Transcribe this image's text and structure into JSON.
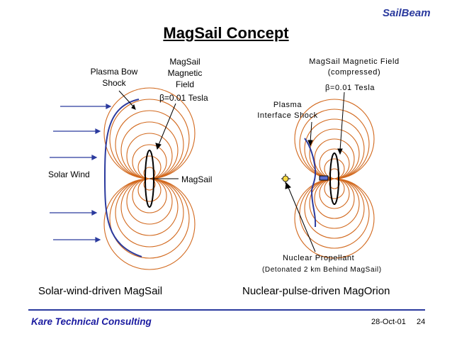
{
  "header": {
    "brand": "SailBeam",
    "title": "MagSail Concept"
  },
  "left_panel": {
    "plasma_bow_shock": [
      "Plasma Bow",
      "Shock"
    ],
    "magsail_field": [
      "MagSail",
      "Magnetic",
      "Field"
    ],
    "beta": "β=0.01 Tesla",
    "solar_wind": "Solar Wind",
    "magsail": "MagSail",
    "caption": "Solar-wind-driven MagSail"
  },
  "right_panel": {
    "magsail_field": [
      "MagSail Magnetic Field",
      "(compressed)"
    ],
    "beta": "β=0.01 Tesla",
    "interface_shock": [
      "Plasma",
      "Interface Shock"
    ],
    "nuclear_propellant": "Nuclear Propellant",
    "detonated": "(Detonated 2 km Behind MagSail)",
    "caption": "Nuclear-pulse-driven MagOrion"
  },
  "footer": {
    "company": "Kare Technical Consulting",
    "date": "28-Oct-01",
    "page": "24"
  },
  "colors": {
    "accent": "#2b3a9e",
    "field_lines": "#d2691e",
    "shock": "#2b3a9e",
    "arrows": "#2b3a9e"
  }
}
